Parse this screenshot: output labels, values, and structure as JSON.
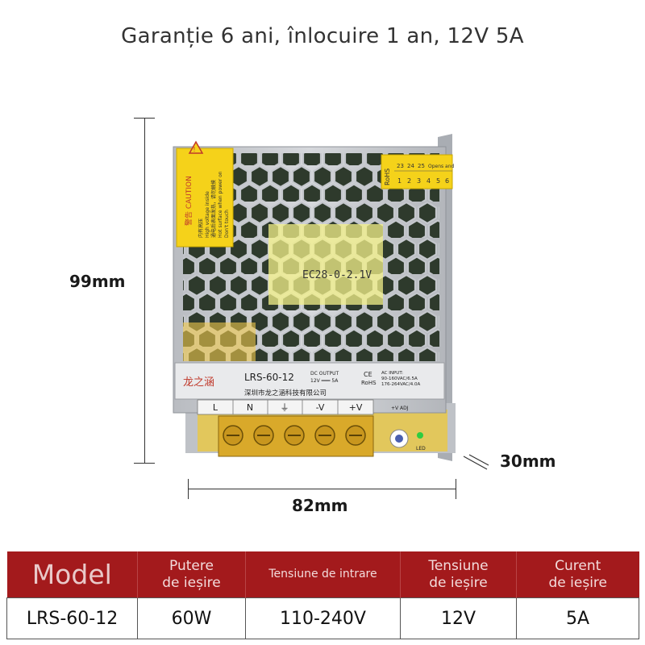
{
  "title": "Garanție 6 ani, înlocuire 1 an, 12V 5A",
  "dimensions": {
    "height": "99mm",
    "depth": "30mm",
    "width": "82mm"
  },
  "product": {
    "caution_label": {
      "title": "警告 CAUTION",
      "lines": [
        "内有高压",
        "High voltage inside",
        "通电后表面发热，请勿触摸",
        "Hot surface when power on",
        "Don't touch"
      ]
    },
    "rohs_label": {
      "letters": "RoHS",
      "top_row": [
        "23",
        "24",
        "25",
        "Opens and"
      ],
      "bottom_row": [
        "1",
        "2",
        "3",
        "4",
        "5",
        "6"
      ]
    },
    "transformer_text": "EC28-0-2.1V",
    "label": {
      "brand": "龙之涵",
      "model": "LRS-60-12",
      "dc_output_title": "DC OUTPUT",
      "dc_output_value": "12V ═══ 5A",
      "ce_mark": "CE",
      "rohs_mark": "RoHS",
      "ac_input_title": "AC INPUT:",
      "ac_input_line1": "90-160VAC/6.5A",
      "ac_input_line2": "176-264VAC/4.0A",
      "company": "深圳市龙之涵科技有限公司"
    },
    "terminals": [
      "L",
      "N",
      "⏚",
      "-V",
      "+V"
    ],
    "adj_label": "+V ADJ",
    "led_label": "LED"
  },
  "table": {
    "headers": [
      "Model",
      "Putere\nde ieșire",
      "Tensiune de intrare",
      "Tensiune\nde ieșire",
      "Curent\nde ieșire"
    ],
    "values": [
      "LRS-60-12",
      "60W",
      "110-240V",
      "12V",
      "5A"
    ]
  },
  "colors": {
    "header_red": "#a31a1c",
    "caution_yellow": "#f5d21a",
    "case_gray": "#c9ccd1"
  }
}
